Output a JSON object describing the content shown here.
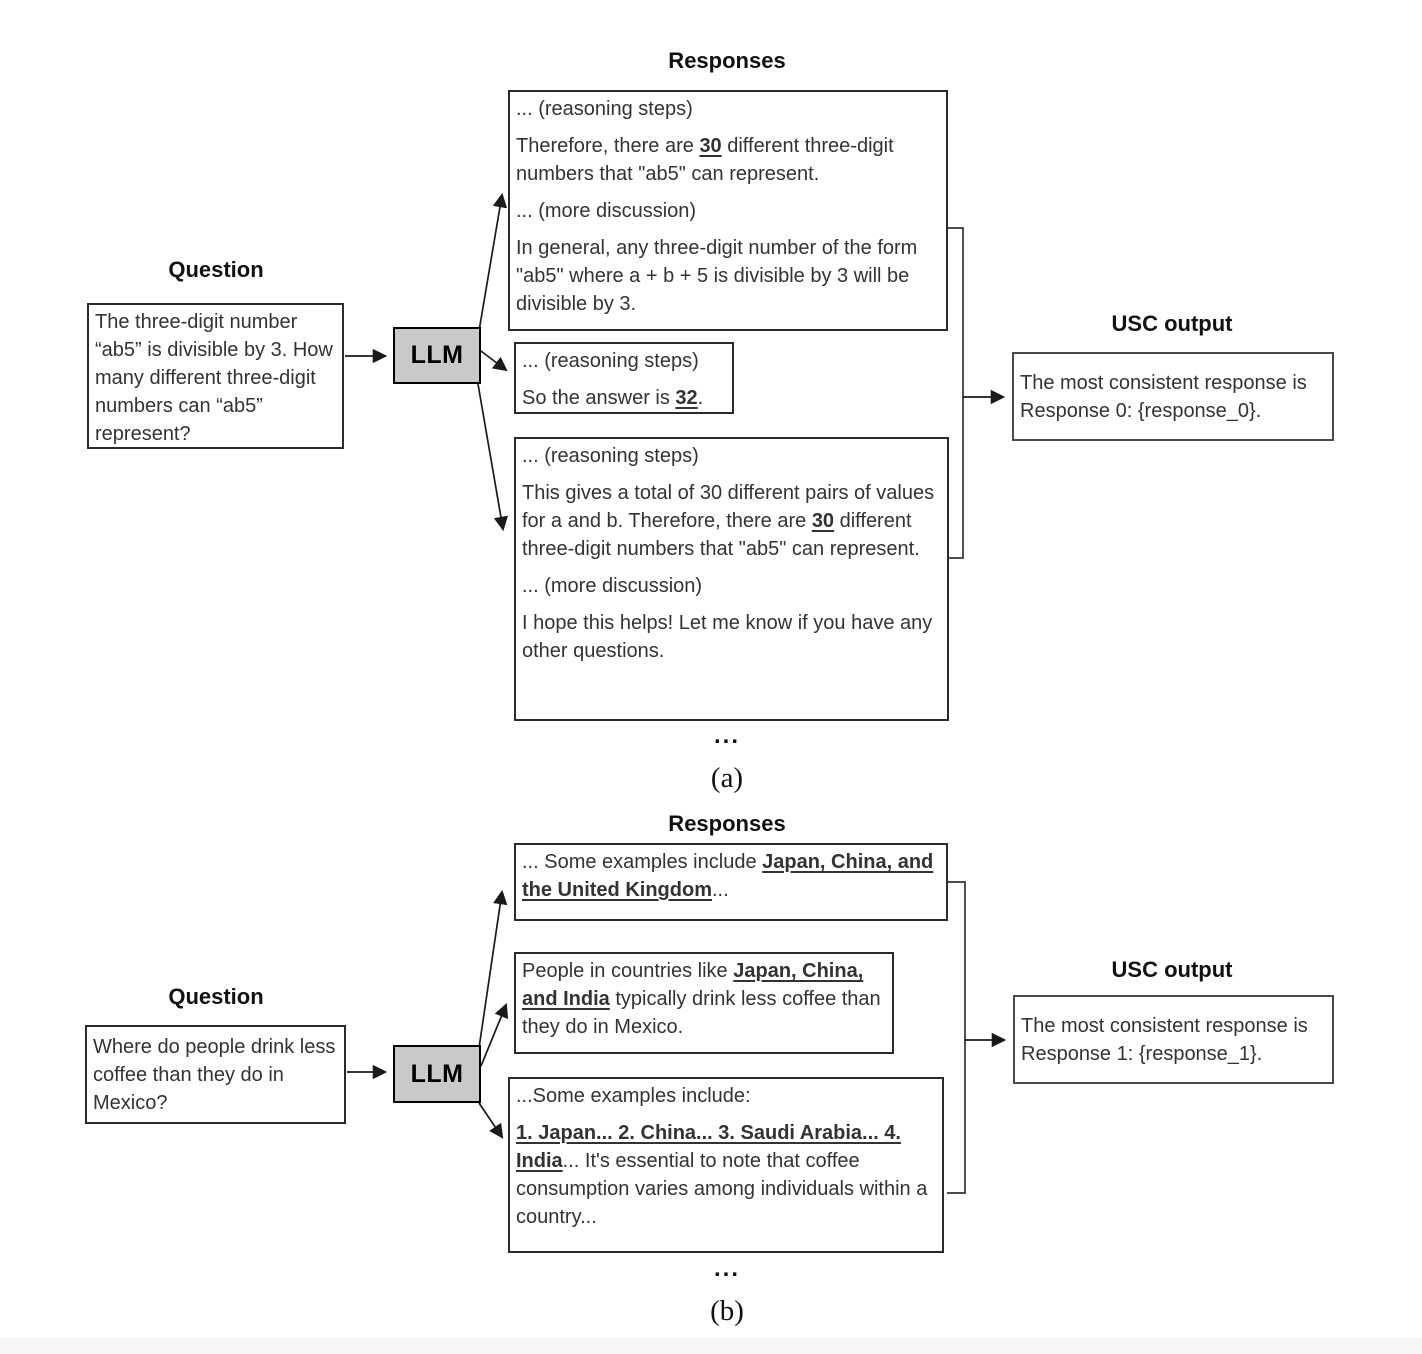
{
  "colors": {
    "llm_fill": "#c9c9c9",
    "box_border": "#2b2b2b",
    "text": "#333333",
    "footer_band": "#f6f6f6"
  },
  "panels": [
    {
      "caption": "(a)",
      "question_heading": "Question",
      "responses_heading": "Responses",
      "usc_heading": "USC output",
      "llm_label": "LLM",
      "ellipsis": "...",
      "question": "The three-digit number “ab5” is divisible by 3. How many different three-digit numbers can “ab5” represent?",
      "usc_output": "The most consistent response is Response 0: {response_0}.",
      "responses": [
        {
          "paragraphs": [
            [
              {
                "t": "... (reasoning steps)"
              }
            ],
            [
              {
                "t": "Therefore, there are "
              },
              {
                "t": "30",
                "em": true
              },
              {
                "t": " different three-digit numbers that \"ab5\" can represent."
              }
            ],
            [
              {
                "t": "... (more discussion)"
              }
            ],
            [
              {
                "t": "In general, any three-digit number of the form \"ab5\" where a + b + 5 is divisible by 3 will be divisible by 3."
              }
            ]
          ]
        },
        {
          "paragraphs": [
            [
              {
                "t": "... (reasoning steps)"
              }
            ],
            [
              {
                "t": "So the answer is "
              },
              {
                "t": "32",
                "em": true
              },
              {
                "t": "."
              }
            ]
          ]
        },
        {
          "paragraphs": [
            [
              {
                "t": "... (reasoning steps)"
              }
            ],
            [
              {
                "t": "This gives a total of 30 different pairs of values for a and b. Therefore, there are "
              },
              {
                "t": "30",
                "em": true
              },
              {
                "t": " different three-digit numbers that \"ab5\" can represent."
              }
            ],
            [
              {
                "t": "... (more discussion)"
              }
            ],
            [
              {
                "t": "I hope this helps! Let me know if you have any other questions."
              }
            ]
          ]
        }
      ]
    },
    {
      "caption": "(b)",
      "question_heading": "Question",
      "responses_heading": "Responses",
      "usc_heading": "USC output",
      "llm_label": "LLM",
      "ellipsis": "...",
      "question": "Where do people drink less coffee than they do in Mexico?",
      "usc_output": "The most consistent response is Response 1: {response_1}.",
      "responses": [
        {
          "paragraphs": [
            [
              {
                "t": "... Some examples include "
              },
              {
                "t": "Japan, China, and the United Kingdom",
                "em": true
              },
              {
                "t": "..."
              }
            ]
          ]
        },
        {
          "paragraphs": [
            [
              {
                "t": "People in countries like "
              },
              {
                "t": "Japan, China, and India",
                "em": true
              },
              {
                "t": " typically drink less coffee than they do in Mexico."
              }
            ]
          ]
        },
        {
          "paragraphs": [
            [
              {
                "t": "...Some examples include:"
              }
            ],
            [
              {
                "t": "1. Japan... 2. China... 3. Saudi Arabia... 4. India",
                "em": true
              },
              {
                "t": "... It's essential to note that coffee consumption varies among individuals within a country..."
              }
            ]
          ]
        }
      ]
    }
  ]
}
